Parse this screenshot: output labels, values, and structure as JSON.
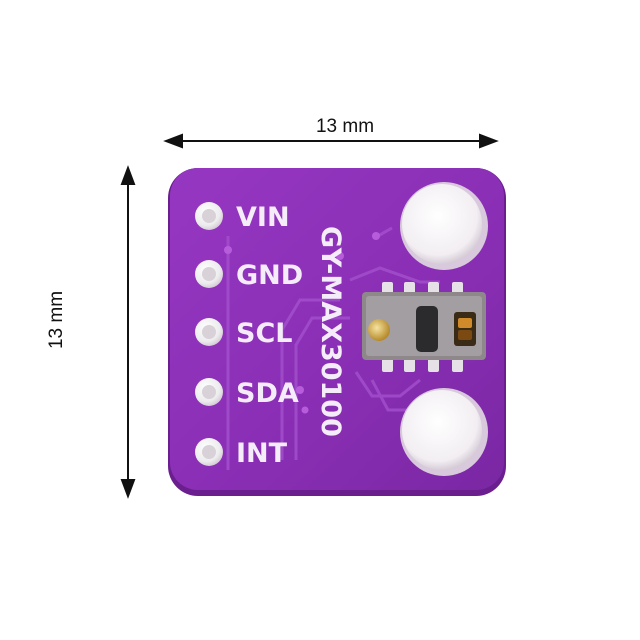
{
  "dimensions": {
    "width_label": "13 mm",
    "height_label": "13 mm"
  },
  "board": {
    "model": "GY-MAX30100",
    "pins": [
      "VIN",
      "GND",
      "SCL",
      "SDA",
      "INT"
    ],
    "colors": {
      "pcb": "#8a2fb5",
      "pcb_edge": "#6b1f8f",
      "silkscreen": "#f4ecf8",
      "pad": "#e9e2e6",
      "sensor_body": "#9a9496"
    }
  }
}
